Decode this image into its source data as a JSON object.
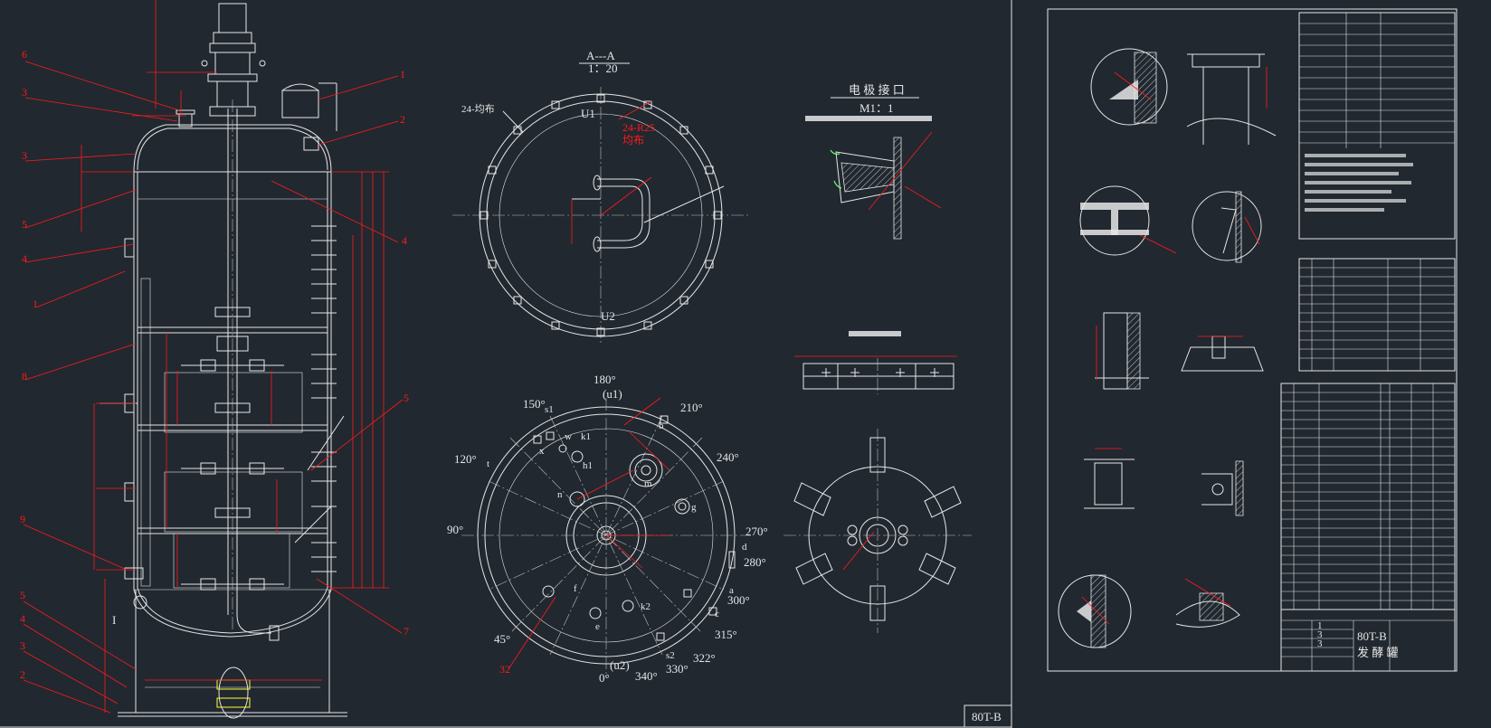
{
  "colors": {
    "background": "#212830",
    "lines": "#e6e6e6",
    "dimensions": "#ff1a1a",
    "accent": "#ffff33",
    "welds": "#66ff66"
  },
  "section_view": {
    "title": "A---A",
    "scale": "1：20",
    "label_top": "U1",
    "label_bottom": "U2",
    "callout_left": "24-均布",
    "callout_right_1": "24-R25",
    "callout_right_2": "均布"
  },
  "top_view": {
    "top": "180°",
    "top_sub": "(u1)",
    "bottom": "0°",
    "bottom_sub": "(u2)",
    "angles": [
      "150°",
      "210°",
      "120°",
      "240°",
      "90°",
      "270°",
      "280°",
      "300°",
      "45°",
      "315°",
      "322°",
      "340°",
      "330°"
    ],
    "nozzles": [
      "s1",
      "k1",
      "h1",
      "w",
      "x",
      "t",
      "b",
      "m",
      "n",
      "g",
      "d",
      "a",
      "f",
      "e",
      "c",
      "k2",
      "s2"
    ],
    "callout": "32"
  },
  "electrode": {
    "title": "电 极 接 口",
    "scale": "M1：1"
  },
  "title_block": {
    "tag": "80T-B",
    "tag_bottom": "80T-B",
    "name": "发 酵 罐",
    "rows": [
      "1",
      "3",
      "3"
    ]
  }
}
